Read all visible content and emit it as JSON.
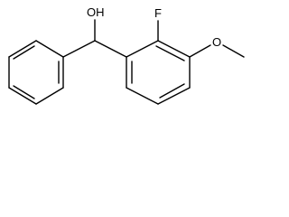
{
  "molecule": {
    "labels": {
      "hydroxyl": "OH",
      "fluorine": "F",
      "oxygen_methoxy": "O"
    },
    "colors": {
      "bond": "#000000",
      "text": "#000000",
      "background": "#ffffff"
    }
  }
}
